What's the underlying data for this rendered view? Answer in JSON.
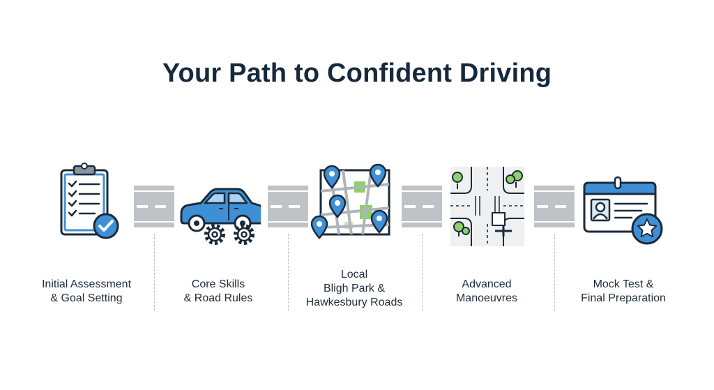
{
  "title": "Your Path to Confident Driving",
  "colors": {
    "navy": "#16293d",
    "accent_blue": "#3f8fd6",
    "road_gray": "#bfc3c7",
    "map_green": "#8fd06a"
  },
  "steps": [
    {
      "icon": "clipboard-check-icon",
      "lines": [
        "Initial Assessment",
        "& Goal Setting"
      ]
    },
    {
      "icon": "car-gears-icon",
      "lines": [
        "Core Skills",
        "& Road Rules"
      ]
    },
    {
      "icon": "map-pins-icon",
      "lines": [
        "Local",
        "Bligh Park &",
        "Hawkesbury Roads"
      ]
    },
    {
      "icon": "intersection-icon",
      "lines": [
        "Advanced",
        "Manoeuvres"
      ]
    },
    {
      "icon": "licence-card-star-icon",
      "lines": [
        "Mock Test &",
        "Final Preparation"
      ]
    }
  ]
}
